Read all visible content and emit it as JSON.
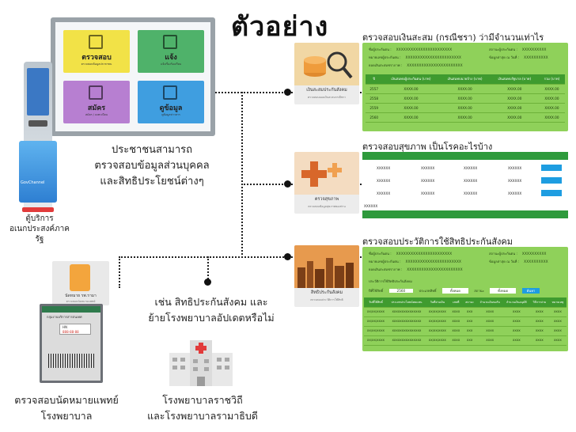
{
  "title": "ตัวอย่าง",
  "kiosk": {
    "label_line1": "ตู้บริการ",
    "label_line2": "อเนกประสงค์ภาครัฐ",
    "poster_text": "GovChannel"
  },
  "monitor": {
    "tiles": [
      {
        "label": "ตรวจสอบ",
        "sub": "ตรวจสอบข้อมูลประชาชน",
        "color": "#f2e247"
      },
      {
        "label": "แจ้ง",
        "sub": "แจ้งเรื่องร้องเรียน",
        "color": "#4fb26a"
      },
      {
        "label": "สมัคร",
        "sub": "สมัคร / ลงทะเบียน",
        "color": "#b77fd1"
      },
      {
        "label": "ดูข้อมูล",
        "sub": "ดูข้อมูลข่าวสาร",
        "color": "#3f9ee0"
      }
    ],
    "caption_line1": "ประชาชนสามารถ",
    "caption_line2": "ตรวจสอบข้อมูลส่วนบุคคล",
    "caption_line3": "และสิทธิประโยชน์ต่างๆ"
  },
  "fund_panel": {
    "title": "ตรวจสอบเงินสะสม (กรณีชรา) ว่ามีจำนวนเท่าไร",
    "thumb_label": "เงินสะสมประกันสังคม",
    "thumb_sub": "ตรวจสอบยอดเงินสะสมกรณีชรา",
    "info": [
      {
        "label": "ชื่อผู้ประกันตน :",
        "value": "XXXXXXXXXXXXXXXXXXXXXXX",
        "label2": "สถานะผู้ประกันตน :",
        "value2": "XXXXXXXXXX"
      },
      {
        "label": "หมายเลขผู้ประกันตน :",
        "value": "XXXXXXXXXXXXXXXXXXXXXXX",
        "label2": "ข้อมูลล่าสุด ณ วันที่ :",
        "value2": "XXXXXXXXXX"
      },
      {
        "label": "ยอดเงินสะสมชราภาพ :",
        "value": "XXXXXXXXXXXXXXXXXXXXXXX",
        "label2": "",
        "value2": ""
      }
    ],
    "headers": [
      "ปี",
      "เงินสมทบผู้ประกันตน (บาท)",
      "เงินสมทบนายจ้าง (บาท)",
      "เงินสมทบรัฐบาล (บาท)",
      "รวม (บาท)"
    ],
    "rows": [
      [
        "2557",
        "XXXX.00",
        "XXXX.00",
        "XXXX.00",
        "XXXX.00"
      ],
      [
        "2558",
        "XXXX.00",
        "XXXX.00",
        "XXXX.00",
        "XXXX.00"
      ],
      [
        "2559",
        "XXXX.00",
        "XXXX.00",
        "XXXX.00",
        "XXXX.00"
      ],
      [
        "2560",
        "XXXX.00",
        "XXXX.00",
        "XXXX.00",
        "XXXX.00"
      ]
    ]
  },
  "health_panel": {
    "title": "ตรวจสอบสุขภาพ เป็นโรคอะไรบ้าง",
    "thumb_label": "ตรวจสุขภาพ",
    "thumb_sub": "ตรวจสอบข้อมูลสุขภาพของท่าน",
    "cell": "XXXXXX",
    "footer": "XXXXXX"
  },
  "social_panel": {
    "title": "ตรวจสอบประวัติการใช้สิทธิประกันสังคม",
    "thumb_label": "สิทธิประกันสังคม",
    "thumb_sub": "ตรวจสอบประวัติการใช้สิทธิ",
    "info": [
      {
        "label": "ชื่อผู้ประกันตน :",
        "value": "XXXXXXXXXXXXXXXXXXXXXXX",
        "label2": "สถานะผู้ประกันตน :",
        "value2": "XXXXXXXXXX"
      },
      {
        "label": "หมายเลขผู้ประกันตน :",
        "value": "XXXXXXXXXXXXXXXXXXXXXXX",
        "label2": "ข้อมูลล่าสุด ณ วันที่ :",
        "value2": "XXXXXXXXXX"
      },
      {
        "label": "ยอดเงินสะสมชราภาพ :",
        "value": "XXXXXXXXXXXXXXXXXXXXXXX",
        "label2": "",
        "value2": ""
      }
    ],
    "filter_title": "ประวัติการใช้สิทธิประกันสังคม",
    "filter_label1": "ปีที่ใช้สิทธิ์",
    "filter_value1": "2560",
    "filter_label2": "ประเภทสิทธิ์",
    "filter_value2": "ทั้งหมด",
    "filter_label3": "สถานะ",
    "filter_value3": "ทั้งหมด",
    "search_button": "ค้นหา",
    "headers": [
      "วันที่ใช้สิทธิ์",
      "ประเภทประโยชน์ทดแทน",
      "วันที่จ่ายเงิน",
      "เลขที่",
      "สถานะ",
      "จำนวนเงินขอรับ",
      "จำนวนเงินอนุมัติ",
      "วิธีการจ่าย",
      "หมายเหตุ"
    ],
    "row": [
      "XX/XX/XXXX",
      "XXXXXXXXXXXXXXX",
      "XX/XX/XXXX",
      "XXXX",
      "XXX",
      "XXXX",
      "XXXX",
      "XXXX",
      "XXXX"
    ]
  },
  "appointment": {
    "card_label": "นัดหมาย รพ.รามา",
    "card_sub": "ตรวจสอบนัดหมายแพทย์",
    "header": "กลุ่มงานบริการสารสนเทศ",
    "hn_label": "HN",
    "hn": "888-88-88",
    "caption_line1": "ตรวจสอบนัดหมายแพทย์",
    "caption_line2": "โรงพยาบาล"
  },
  "middle_caption": {
    "line1": "เช่น สิทธิประกันสังคม และ",
    "line2": "ย้ายโรงพยาบาลอัปเดตหรือไม่"
  },
  "hospital": {
    "caption_line1": "โรงพยาบาลราชวิถี",
    "caption_line2": "และโรงพยาบาลรามาธิบดี"
  },
  "colors": {
    "panel_green": "#8fd15a",
    "header_green": "#3f9b2f",
    "health_green": "#2e9a3c",
    "accent_blue": "#1e9de1"
  }
}
